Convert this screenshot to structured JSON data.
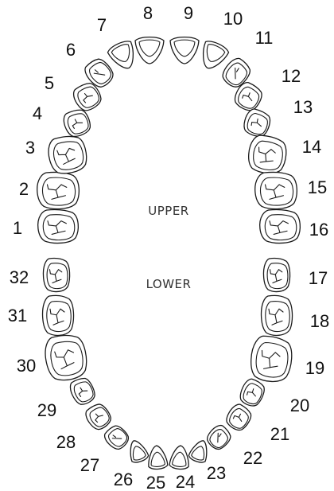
{
  "labels": {
    "upper": "UPPER",
    "lower": "LOWER"
  },
  "teeth": [
    {
      "id": 1,
      "label": "1",
      "type": "molar"
    },
    {
      "id": 2,
      "label": "2",
      "type": "molar"
    },
    {
      "id": 3,
      "label": "3",
      "type": "molar"
    },
    {
      "id": 4,
      "label": "4",
      "type": "premolar"
    },
    {
      "id": 5,
      "label": "5",
      "type": "premolar"
    },
    {
      "id": 6,
      "label": "6",
      "type": "canine"
    },
    {
      "id": 7,
      "label": "7",
      "type": "incisor"
    },
    {
      "id": 8,
      "label": "8",
      "type": "incisor"
    },
    {
      "id": 9,
      "label": "9",
      "type": "incisor"
    },
    {
      "id": 10,
      "label": "10",
      "type": "incisor"
    },
    {
      "id": 11,
      "label": "11",
      "type": "canine"
    },
    {
      "id": 12,
      "label": "12",
      "type": "premolar"
    },
    {
      "id": 13,
      "label": "13",
      "type": "premolar"
    },
    {
      "id": 14,
      "label": "14",
      "type": "molar"
    },
    {
      "id": 15,
      "label": "15",
      "type": "molar"
    },
    {
      "id": 16,
      "label": "16",
      "type": "molar"
    },
    {
      "id": 17,
      "label": "17",
      "type": "molar"
    },
    {
      "id": 18,
      "label": "18",
      "type": "molar"
    },
    {
      "id": 19,
      "label": "19",
      "type": "molar"
    },
    {
      "id": 20,
      "label": "20",
      "type": "premolar"
    },
    {
      "id": 21,
      "label": "21",
      "type": "premolar"
    },
    {
      "id": 22,
      "label": "22",
      "type": "canine"
    },
    {
      "id": 23,
      "label": "23",
      "type": "incisor"
    },
    {
      "id": 24,
      "label": "24",
      "type": "incisor"
    },
    {
      "id": 25,
      "label": "25",
      "type": "incisor"
    },
    {
      "id": 26,
      "label": "26",
      "type": "incisor"
    },
    {
      "id": 27,
      "label": "27",
      "type": "canine"
    },
    {
      "id": 28,
      "label": "28",
      "type": "premolar"
    },
    {
      "id": 29,
      "label": "29",
      "type": "premolar"
    },
    {
      "id": 30,
      "label": "30",
      "type": "molar"
    },
    {
      "id": 31,
      "label": "31",
      "type": "molar"
    },
    {
      "id": 32,
      "label": "32",
      "type": "molar"
    }
  ]
}
